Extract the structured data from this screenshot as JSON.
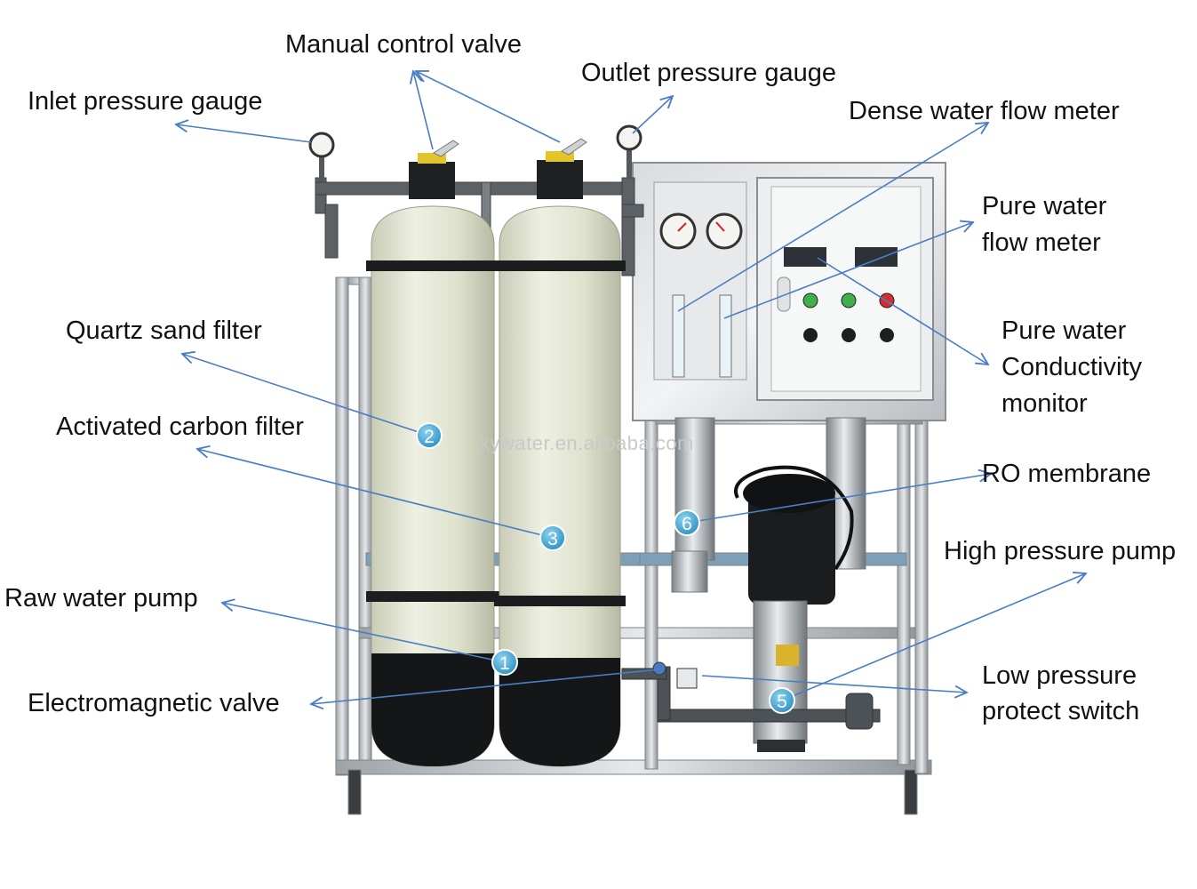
{
  "labels": {
    "manual_control_valve": "Manual control valve",
    "outlet_pressure_gauge": "Outlet pressure gauge",
    "inlet_pressure_gauge": "Inlet pressure gauge",
    "dense_water_flow_meter": "Dense water flow meter",
    "pure_water_flow_meter_l1": "Pure water",
    "pure_water_flow_meter_l2": "flow meter",
    "conductivity_l1": "Pure water",
    "conductivity_l2": "Conductivity",
    "conductivity_l3": "monitor",
    "quartz_sand_filter": "Quartz sand filter",
    "activated_carbon_filter": "Activated carbon filter",
    "ro_membrane": "RO membrane",
    "high_pressure_pump": "High pressure pump",
    "raw_water_pump": "Raw water pump",
    "electromagnetic_valve": "Electromagnetic valve",
    "low_pressure_l1": "Low pressure",
    "low_pressure_l2": "protect switch"
  },
  "markers": [
    "1",
    "2",
    "3",
    "5",
    "6"
  ],
  "watermark": "kywater.en.alibaba.com",
  "colors": {
    "arrow": "#4a7ec4",
    "marker_fill": "#3fa8d6",
    "tank": "#e3e6d2",
    "steel": "#c8cccf"
  }
}
